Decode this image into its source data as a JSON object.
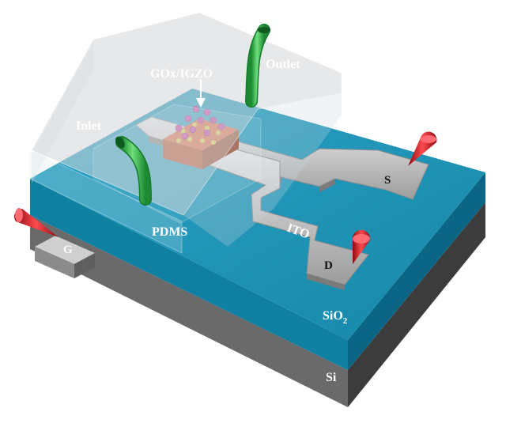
{
  "labels": {
    "outlet": "Outlet",
    "gox_igzo": "GOx/IGZO",
    "inlet": "Inlet",
    "pdms": "PDMS",
    "ito": "ITO",
    "source": "S",
    "drain": "D",
    "gate": "G",
    "sio2_base": "SiO",
    "sio2_sub": "2",
    "si": "Si"
  },
  "colors": {
    "sio2_top": "#1f93b5",
    "sio2_front": "#0e7fa1",
    "sio2_right": "#0a6784",
    "si_front": "#6b6b6b",
    "si_right": "#3d3d3d",
    "pdms_fill": "#d8e2e6",
    "electrode": "#c9c9c9",
    "igzo": "#d9643c",
    "tube": "#2fb24a",
    "probe": "#d3161c",
    "particle": "#c23aa0",
    "enzyme": "#d8d24a"
  },
  "icons": {
    "probe": "probe-needle-icon",
    "tube": "fluid-tube-icon",
    "arrow": "down-arrow-icon"
  }
}
